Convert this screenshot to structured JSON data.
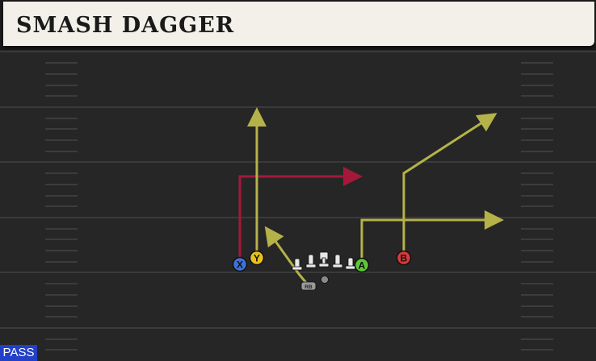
{
  "play": {
    "title": "SMASH DAGGER",
    "type_badge": "PASS"
  },
  "players": {
    "x": {
      "label": "X",
      "color": "#3f72d4"
    },
    "y": {
      "label": "Y",
      "color": "#e8c21a"
    },
    "a": {
      "label": "A",
      "color": "#5fc43a"
    },
    "b": {
      "label": "B",
      "color": "#d83a3a"
    },
    "rb": {
      "label": "RB"
    }
  },
  "colors": {
    "route_primary": "#b5b24a",
    "route_secondary": "#a4193a",
    "field": "#262626",
    "yard_line": "#3a3a3a",
    "hash_mark": "#3c3c3c",
    "title_bg": "#f2f0e9",
    "badge_bg": "#2240c8"
  }
}
